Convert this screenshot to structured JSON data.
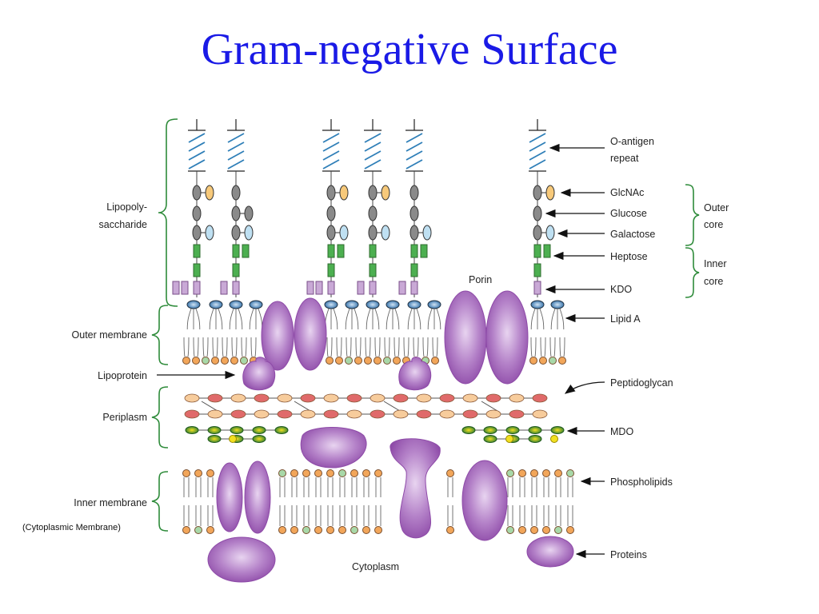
{
  "title": "Gram-negative Surface",
  "labels": {
    "lps_line1": "Lipopoly-",
    "lps_line2": "saccharide",
    "outer_membrane": "Outer membrane",
    "lipoprotein": "Lipoprotein",
    "periplasm": "Periplasm",
    "inner_membrane": "Inner membrane",
    "cytoplasmic_membrane": "(Cytoplasmic Membrane)",
    "cytoplasm": "Cytoplasm",
    "porin": "Porin",
    "o_antigen_line1": "O-antigen",
    "o_antigen_line2": "repeat",
    "glcnac": "GlcNAc",
    "glucose": "Glucose",
    "galactose": "Galactose",
    "heptose": "Heptose",
    "kdo": "KDO",
    "lipid_a": "Lipid A",
    "outer_core_line1": "Outer",
    "outer_core_line2": "core",
    "inner_core_line1": "Inner",
    "inner_core_line2": "core",
    "peptidoglycan": "Peptidoglycan",
    "mdo": "MDO",
    "phospholipids": "Phospholipids",
    "proteins": "Proteins"
  },
  "colors": {
    "title": "#1a1ae6",
    "bracket": "#2e8b3a",
    "protein": "#9c5fb5",
    "heptose": "#4caf50",
    "kdo": "#c9a9d6",
    "glcnac": "#f7c97a",
    "glucose": "#8a8a8a",
    "galactose": "#bfe0f2",
    "lipid_a_head": "#3f7fbf",
    "head_orange": "#f2a65a",
    "head_green": "#a8d8a8",
    "peptidoglycan_tan": "#f7cc9c",
    "peptidoglycan_red": "#e06a6a",
    "mdo_green": "#3c9a3c",
    "mdo_yellow": "#f2e020"
  }
}
